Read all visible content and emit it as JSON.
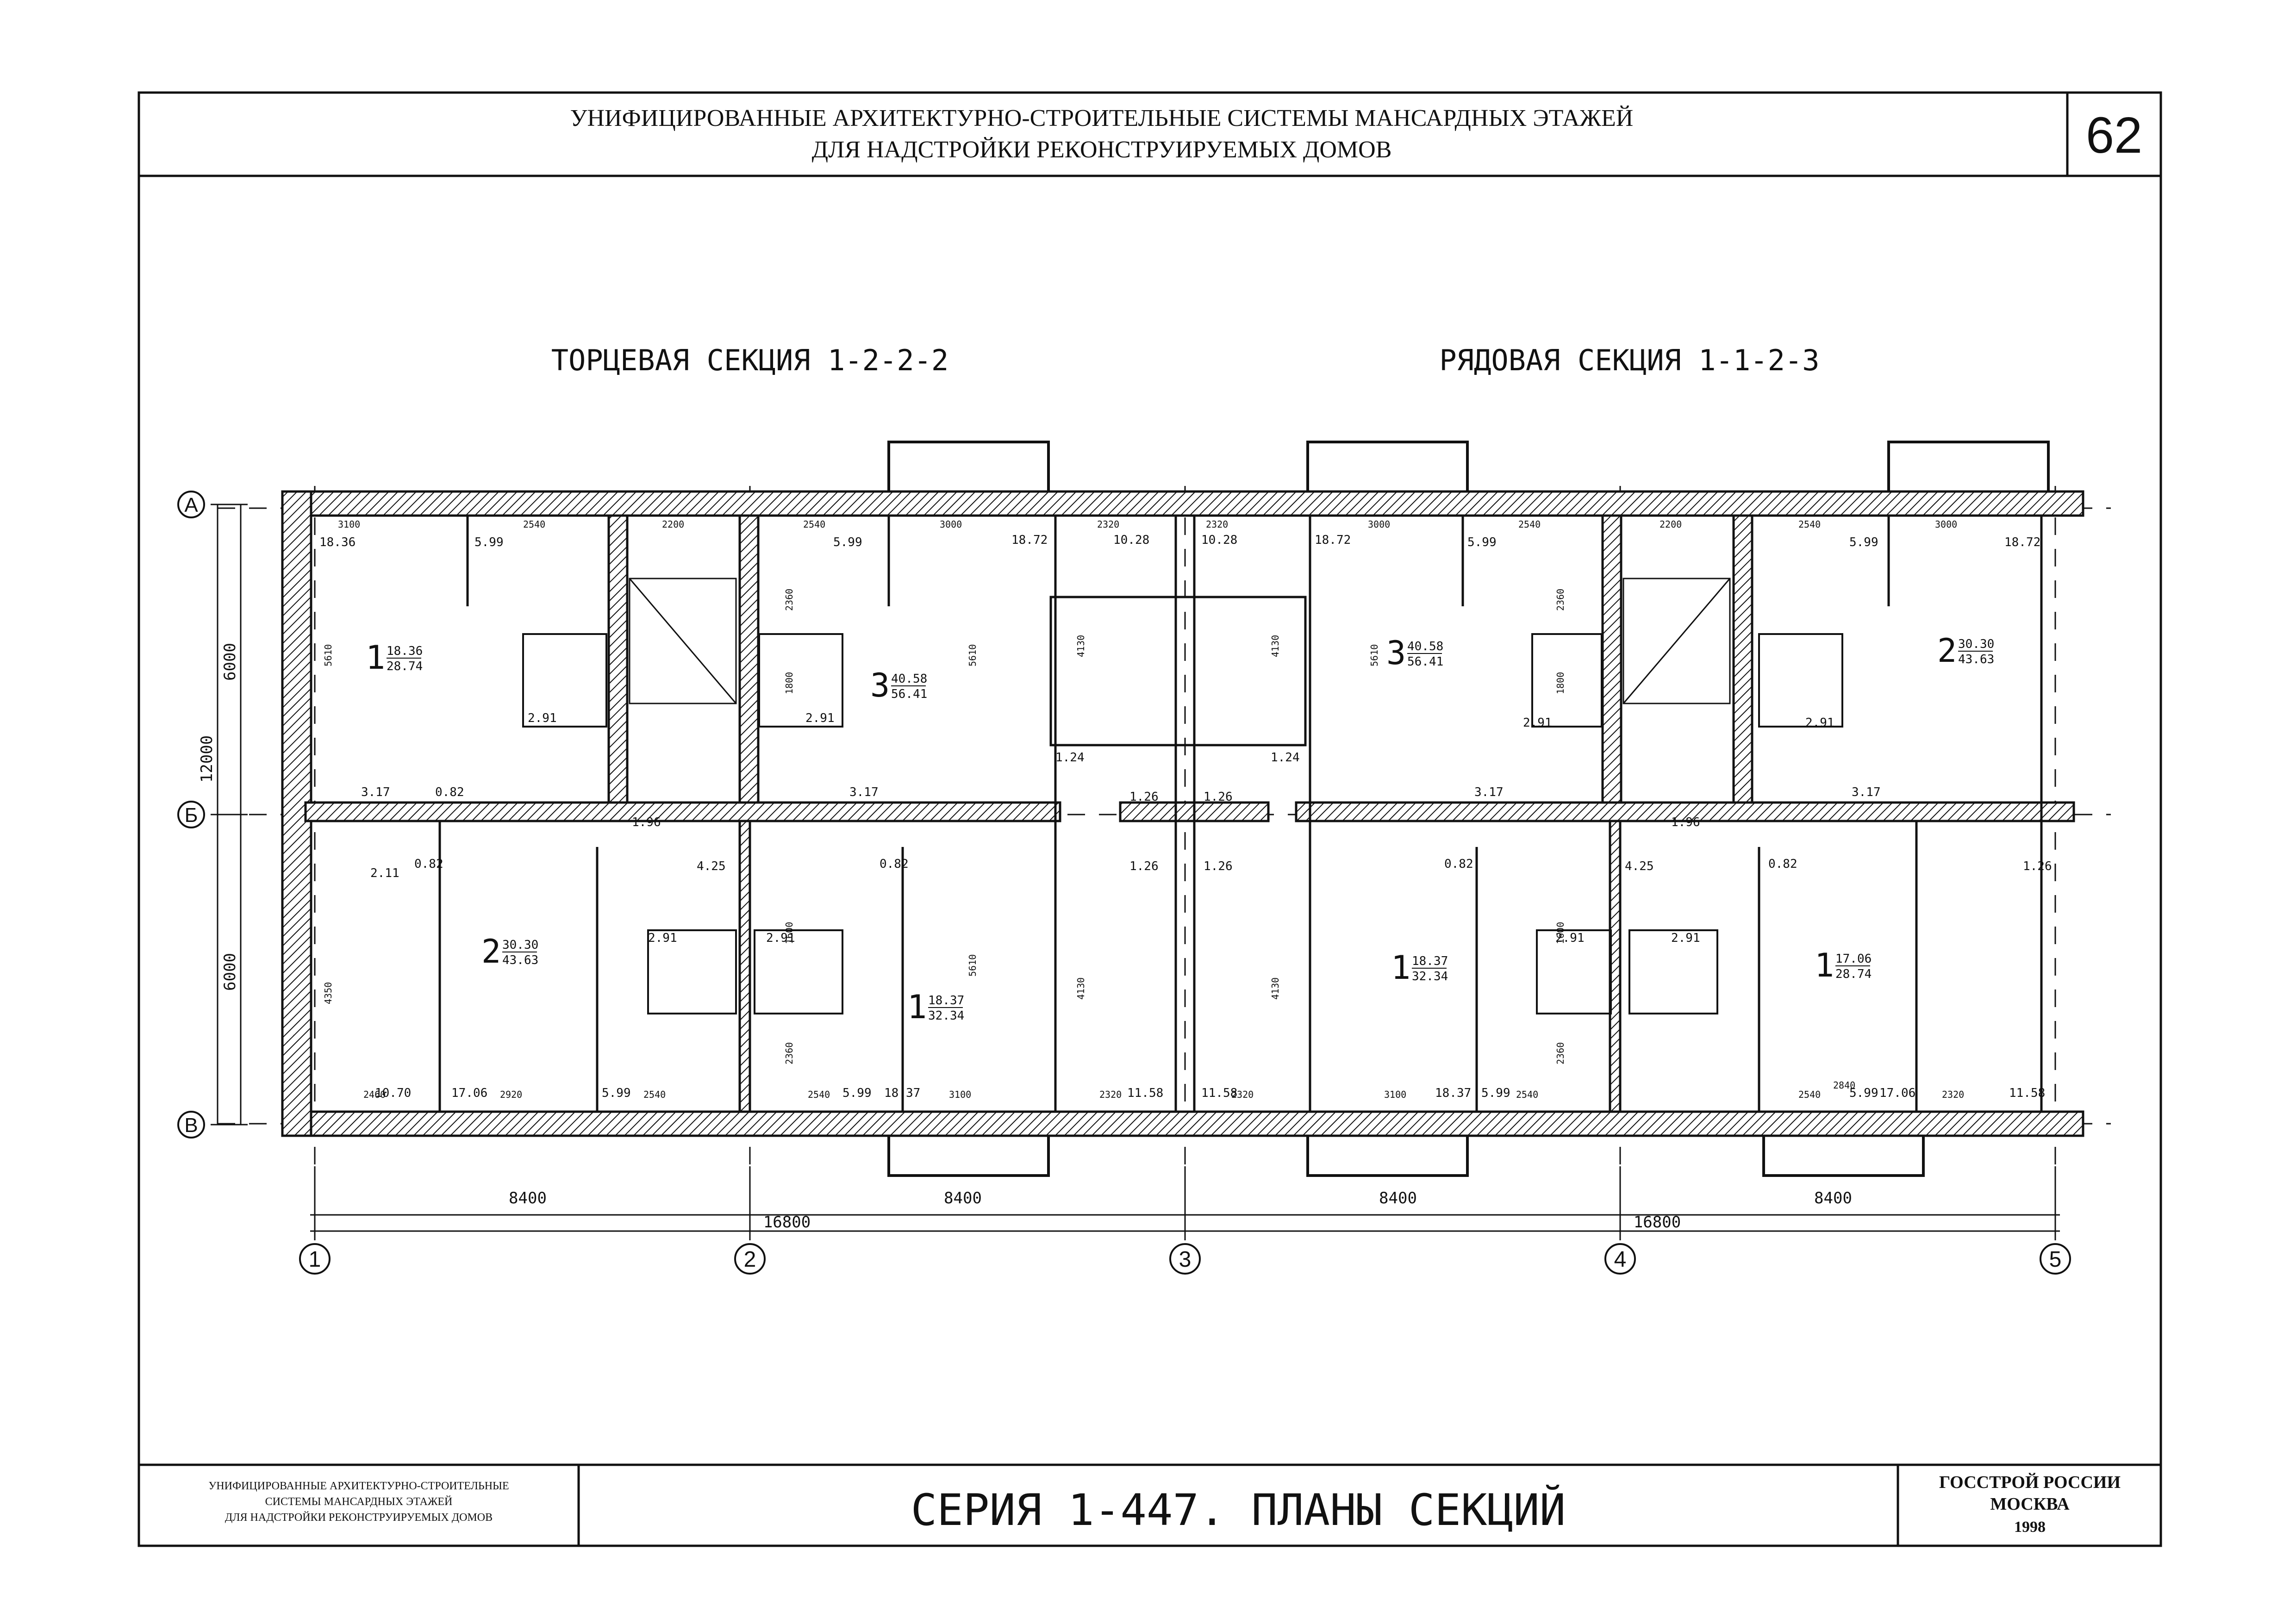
{
  "header": {
    "line1": "УНИФИЦИРОВАННЫЕ АРХИТЕКТУРНО-СТРОИТЕЛЬНЫЕ СИСТЕМЫ МАНСАРДНЫХ ЭТАЖЕЙ",
    "line2": "ДЛЯ НАДСТРОЙКИ РЕКОНСТРУИРУЕМЫХ ДОМОВ",
    "sheet_number": "62"
  },
  "sections": {
    "left_title": "ТОРЦЕВАЯ СЕКЦИЯ 1-2-2-2",
    "right_title": "РЯДОВАЯ СЕКЦИЯ 1-1-2-3"
  },
  "axes": {
    "rows": [
      "А",
      "Б",
      "В"
    ],
    "cols": [
      "1",
      "2",
      "3",
      "4",
      "5"
    ]
  },
  "dimensions": {
    "vertical_total": "12000",
    "vertical_parts": [
      "6000",
      "6000"
    ],
    "bays": [
      "8400",
      "8400",
      "8400",
      "8400"
    ],
    "sections": [
      "16800",
      "16800"
    ]
  },
  "apartments": [
    {
      "rooms": "1",
      "living": "18.36",
      "total": "28.74"
    },
    {
      "rooms": "3",
      "living": "40.58",
      "total": "56.41"
    },
    {
      "rooms": "2",
      "living": "30.30",
      "total": "43.63"
    },
    {
      "rooms": "1",
      "living": "18.37",
      "total": "32.34"
    },
    {
      "rooms": "3",
      "living": "40.58",
      "total": "56.41"
    },
    {
      "rooms": "2",
      "living": "30.30",
      "total": "43.63"
    },
    {
      "rooms": "1",
      "living": "18.37",
      "total": "32.34"
    },
    {
      "rooms": "1",
      "living": "17.06",
      "total": "28.74"
    }
  ],
  "room_areas_top": [
    "18.36",
    "5.99",
    "5.99",
    "18.72",
    "10.28",
    "10.28",
    "18.72",
    "5.99",
    "5.99",
    "18.72"
  ],
  "room_areas_bottom": [
    "10.70",
    "17.06",
    "5.99",
    "5.99",
    "18.37",
    "11.58",
    "11.58",
    "18.37",
    "5.99",
    "5.99",
    "17.06",
    "11.58"
  ],
  "room_areas_mid": [
    "2.91",
    "2.91",
    "2.91",
    "2.91",
    "3.17",
    "3.17",
    "3.17",
    "3.17",
    "0.82",
    "1.96",
    "1.24",
    "1.24",
    "1.26",
    "1.26",
    "1.26",
    "1.26",
    "0.82",
    "0.82",
    "4.25",
    "4.25",
    "2.11",
    "0.82",
    "0.82",
    "1.96",
    "1.26",
    "2.91",
    "2.91",
    "2.91",
    "2.91"
  ],
  "small_dims_top": [
    "3100",
    "2540",
    "2200",
    "2540",
    "3000",
    "2320",
    "2320",
    "3000",
    "2540",
    "2200",
    "2540",
    "3000"
  ],
  "small_dims_bottom": [
    "2460",
    "2920",
    "2540",
    "2540",
    "3100",
    "2320",
    "2320",
    "3100",
    "2540",
    "2540",
    "2840",
    "2320"
  ],
  "small_dims_vertical": [
    "5610",
    "5610",
    "5610",
    "5610",
    "4350",
    "4130",
    "4130",
    "4130",
    "4130",
    "2360",
    "2360",
    "2360",
    "2360",
    "1800",
    "1600",
    "1800",
    "1600"
  ],
  "footer": {
    "left_line1": "УНИФИЦИРОВАННЫЕ АРХИТЕКТУРНО-СТРОИТЕЛЬНЫЕ",
    "left_line2": "СИСТЕМЫ МАНСАРДНЫХ ЭТАЖЕЙ",
    "left_line3": "ДЛЯ НАДСТРОЙКИ РЕКОНСТРУИРУЕМЫХ ДОМОВ",
    "title": "СЕРИЯ 1-447. ПЛАНЫ СЕКЦИЙ",
    "org_line1": "ГОССТРОЙ РОССИИ",
    "org_line2": "МОСКВА",
    "org_line3": "1998"
  }
}
